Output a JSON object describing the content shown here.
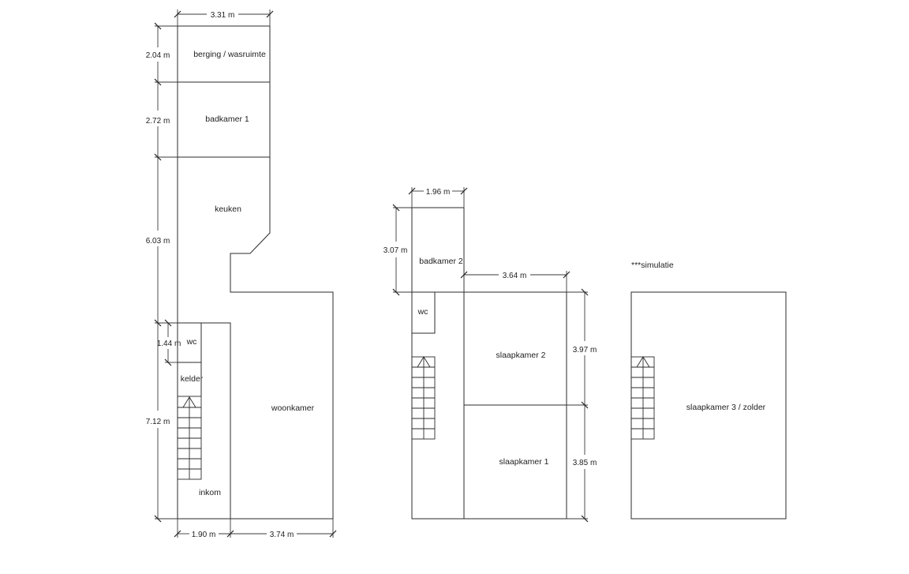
{
  "note": "***simulatie",
  "floors": {
    "ground": {
      "rooms": {
        "berging": "berging / wasruimte",
        "badkamer1": "badkamer 1",
        "keuken": "keuken",
        "wc": "wc",
        "kelder": "kelder",
        "woonkamer": "woonkamer",
        "inkom": "inkom"
      },
      "dims": {
        "width_top": "3.31 m",
        "h_berging": "2.04 m",
        "h_badkamer": "2.72 m",
        "h_keuken": "6.03 m",
        "h_wc": "1.44 m",
        "h_lower": "7.12 m",
        "w_inkom": "1.90 m",
        "w_woonkamer": "3.74 m"
      }
    },
    "first": {
      "rooms": {
        "badkamer2": "badkamer 2",
        "wc": "wc",
        "slaapkamer2": "slaapkamer 2",
        "slaapkamer1": "slaapkamer 1"
      },
      "dims": {
        "w_badkamer2": "1.96 m",
        "h_badkamer2": "3.07 m",
        "w_slaapkamers": "3.64 m",
        "h_slaapkamer2": "3.97 m",
        "h_slaapkamer1": "3.85 m"
      }
    },
    "attic": {
      "rooms": {
        "slaapkamer3": "slaapkamer 3 / zolder"
      }
    }
  }
}
